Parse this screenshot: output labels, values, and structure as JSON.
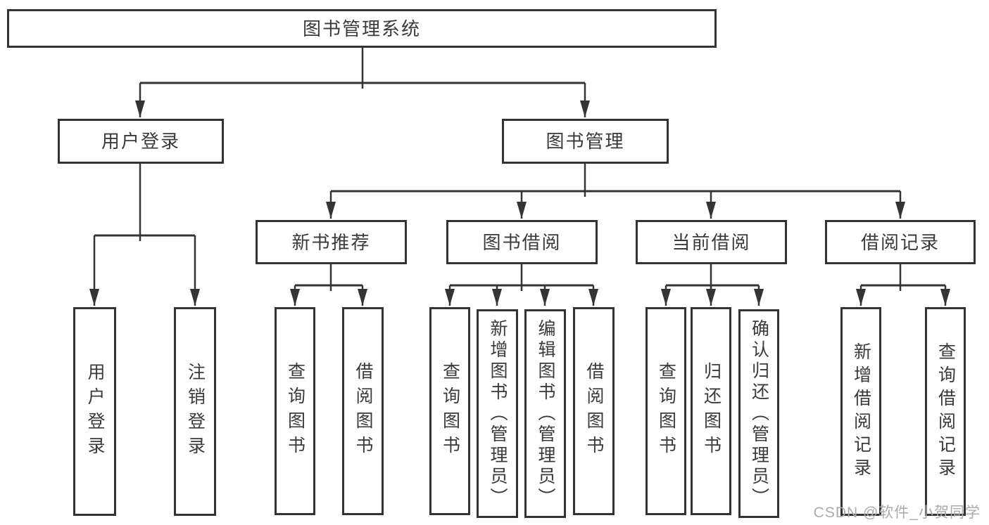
{
  "diagram_type": "hierarchy-tree",
  "colors": {
    "line": "#343434",
    "box_border": "#333333",
    "text": "#3a3a3a",
    "watermark": "#ababab",
    "background": "#ffffff"
  },
  "tree": {
    "label": "图书管理系统",
    "children": [
      {
        "label": "用户登录",
        "children": [
          {
            "label": "用户登录"
          },
          {
            "label": "注销登录"
          }
        ]
      },
      {
        "label": "图书管理",
        "children": [
          {
            "label": "新书推荐",
            "children": [
              {
                "label": "查询图书"
              },
              {
                "label": "借阅图书"
              }
            ]
          },
          {
            "label": "图书借阅",
            "children": [
              {
                "label": "查询图书"
              },
              {
                "label": "新增图书（管理员）"
              },
              {
                "label": "编辑图书（管理员）"
              },
              {
                "label": "借阅图书"
              }
            ]
          },
          {
            "label": "当前借阅",
            "children": [
              {
                "label": "查询图书"
              },
              {
                "label": "归还图书"
              },
              {
                "label": "确认归还（管理员）"
              }
            ]
          },
          {
            "label": "借阅记录",
            "children": [
              {
                "label": "新增借阅记录"
              },
              {
                "label": "查询借阅记录"
              }
            ]
          }
        ]
      }
    ]
  },
  "watermark": {
    "text": "CSDN @软件_小贺同学"
  }
}
